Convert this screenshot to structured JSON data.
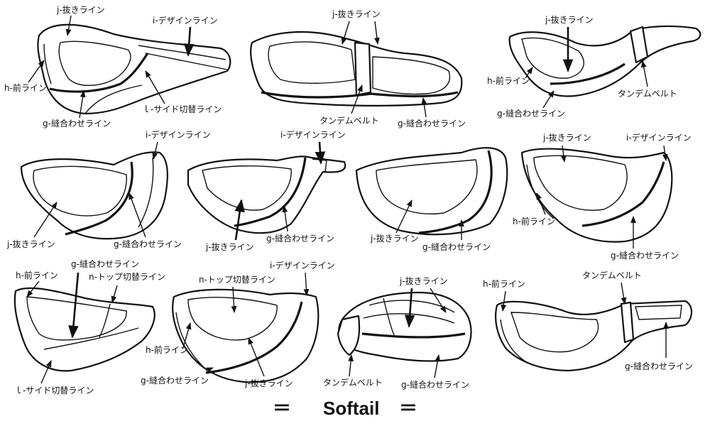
{
  "labels": {
    "j": "j-抜きライン",
    "i": "i-デザインライン",
    "h": "h-前ライン",
    "g": "g-縫合わせライン",
    "l": "ｌ-サイド切替ライン",
    "tandem": "タンデムベルト",
    "n": "n-トップ切替ライン"
  },
  "footer": {
    "left_mark": "＝",
    "title": "Softail",
    "right_mark": "＝"
  },
  "colors": {
    "line": "#111111",
    "background": "#ffffff"
  }
}
